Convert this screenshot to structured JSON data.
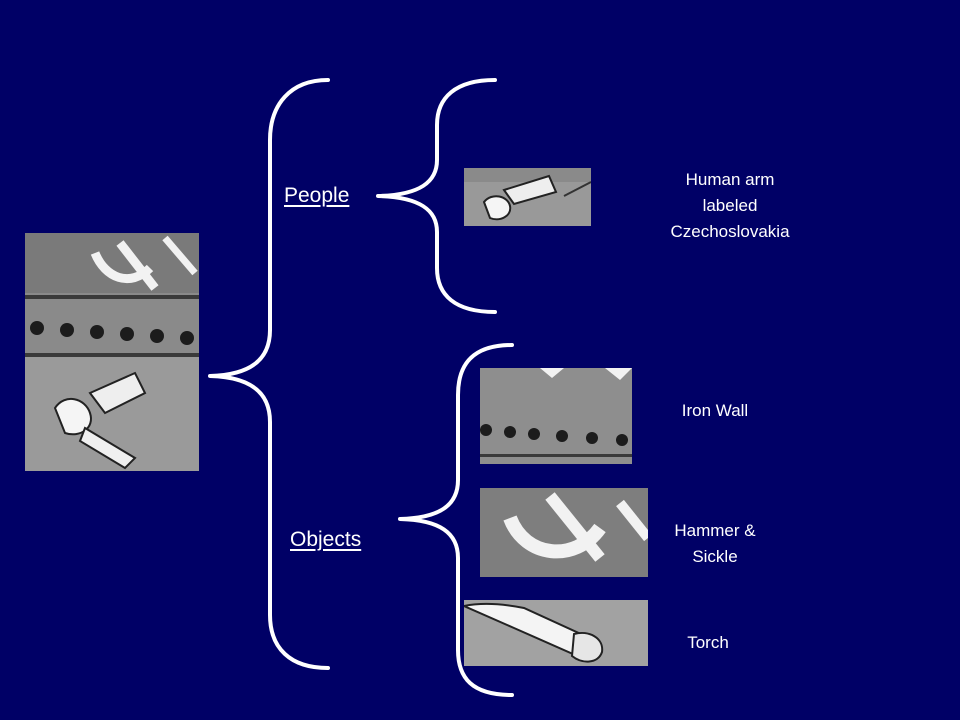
{
  "headings": {
    "people": "People",
    "objects": "Objects"
  },
  "labels": {
    "human_arm_lines": [
      "Human arm",
      "labeled",
      "Czechoslovakia"
    ],
    "iron_wall": "Iron Wall",
    "hammer_sickle_lines": [
      "Hammer &",
      "Sickle"
    ],
    "torch": "Torch"
  },
  "colors": {
    "background": "#000066",
    "brace": "#ffffff",
    "text": "#ffffff"
  }
}
